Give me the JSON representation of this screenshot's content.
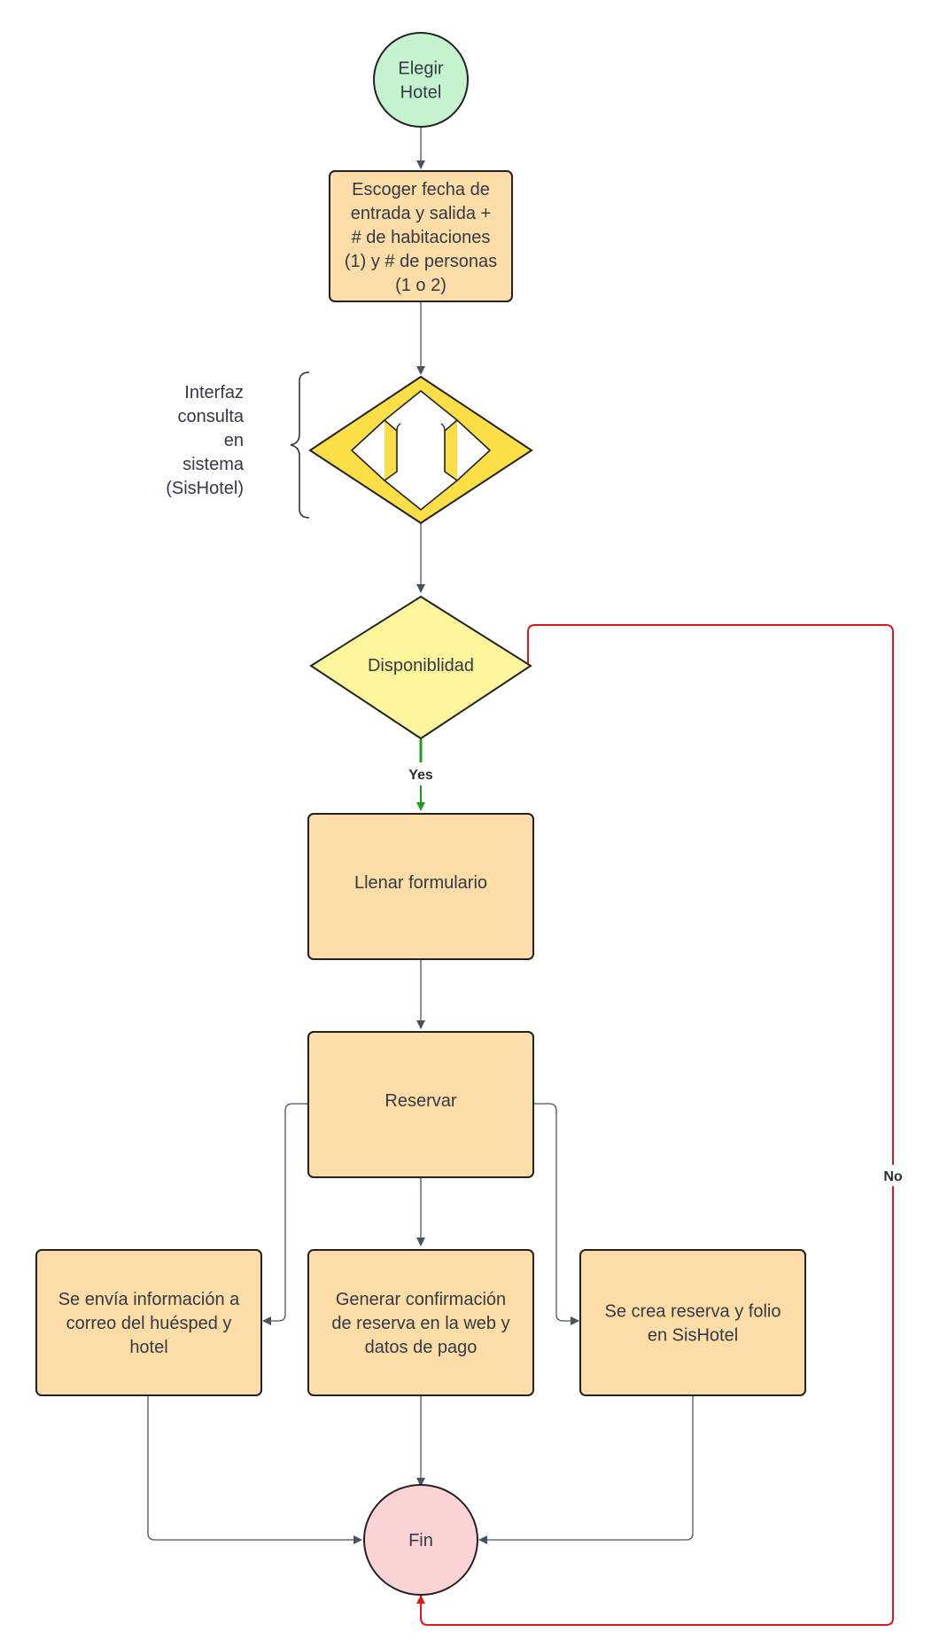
{
  "nodes": {
    "start": "Elegir Hotel",
    "dates": "Escoger fecha de entrada y salida + # de habitaciones (1) y # de personas (1 o 2)",
    "interface_note": "Interfaz consulta en sistema (SisHotel)",
    "availability": "Disponiblidad",
    "form": "Llenar formulario",
    "reserve": "Reservar",
    "email": "Se envía información a correo del huésped y hotel",
    "confirm": "Generar confirmación de reserva en la web y datos de pago",
    "folio": "Se crea reserva y folio en SisHotel",
    "end": "Fin"
  },
  "edges": {
    "yes_label": "Yes",
    "no_label": "No"
  },
  "colors": {
    "start_fill": "#c5f3cd",
    "process_fill": "#fcdca7",
    "decision_fill": "#fdf59b",
    "interface_fill": "#fcdf47",
    "end_fill": "#fbd3d5",
    "line": "#4a5260",
    "yes_line": "#1e9e1e",
    "no_line": "#e0161b"
  }
}
